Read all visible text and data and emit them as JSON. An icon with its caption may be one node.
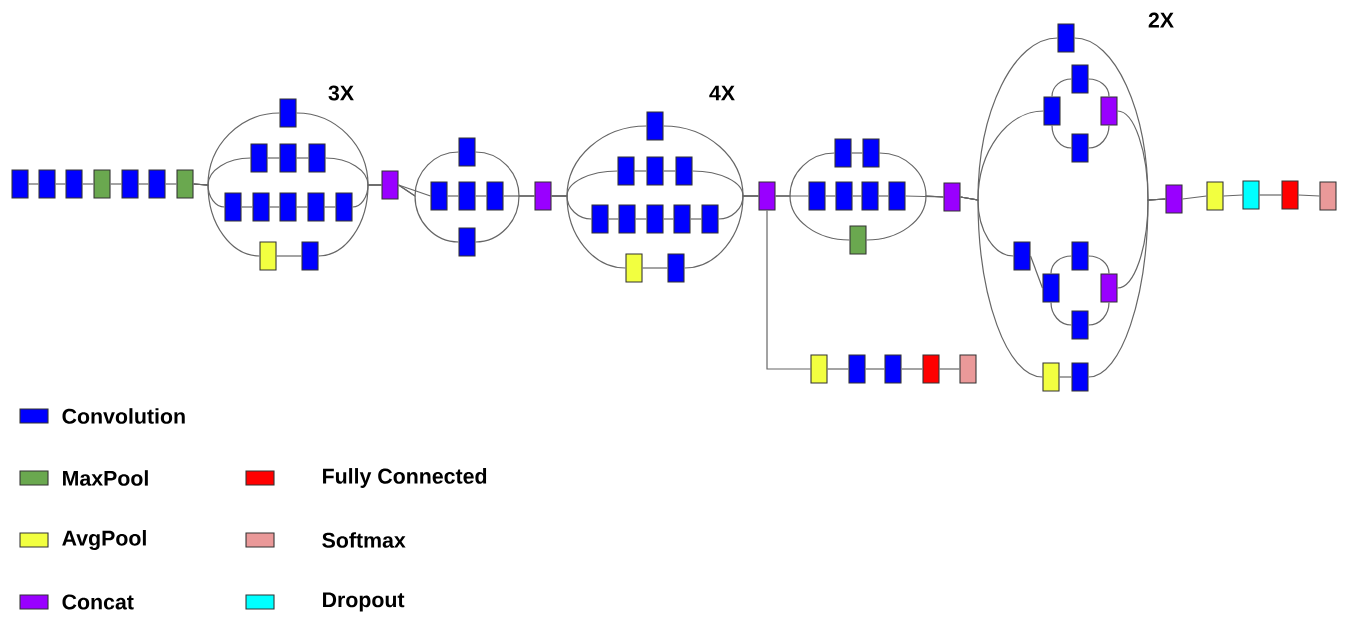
{
  "diagram": {
    "nodes": [
      {
        "text": [],
        "shape": "box"
      },
      {
        "text": [],
        "shape": "box"
      },
      {
        "text": [],
        "shape": "box"
      },
      {
        "text": [],
        "shape": "box"
      },
      {
        "text": [],
        "shape": "box"
      },
      {
        "text": [],
        "shape": "box"
      },
      {
        "text": [],
        "shape": "box"
      },
      {
        "text": [],
        "shape": "box"
      },
      {
        "text": [],
        "shape": "box"
      },
      {
        "text": [],
        "shape": "box"
      },
      {
        "text": [],
        "shape": "box"
      },
      {
        "text": [],
        "shape": "box"
      },
      {
        "text": [],
        "shape": "box"
      },
      {
        "text": [],
        "shape": "box"
      },
      {
        "text": [],
        "shape": "box"
      },
      {
        "text": [],
        "shape": "box"
      },
      {
        "text": [],
        "shape": "box"
      },
      {
        "text": [],
        "shape": "box"
      },
      {
        "text": [],
        "shape": "box"
      },
      {
        "text": [],
        "shape": "box"
      },
      {
        "text": [],
        "shape": "box"
      },
      {
        "text": [],
        "shape": "box"
      },
      {
        "text": [],
        "shape": "box"
      },
      {
        "text": [],
        "shape": "box"
      },
      {
        "text": [],
        "shape": "box"
      },
      {
        "text": [],
        "shape": "box"
      },
      {
        "text": [],
        "shape": "box"
      },
      {
        "text": [],
        "shape": "box"
      },
      {
        "text": [],
        "shape": "box"
      },
      {
        "text": [],
        "shape": "box"
      },
      {
        "text": [],
        "shape": "box"
      },
      {
        "text": [],
        "shape": "box"
      },
      {
        "text": [],
        "shape": "box"
      },
      {
        "text": [],
        "shape": "box"
      },
      {
        "text": [],
        "shape": "box"
      },
      {
        "text": [],
        "shape": "box"
      },
      {
        "text": [],
        "shape": "box"
      },
      {
        "text": [],
        "shape": "box"
      },
      {
        "text": [],
        "shape": "box"
      },
      {
        "text": [],
        "shape": "box"
      },
      {
        "text": [],
        "shape": "box"
      },
      {
        "text": [],
        "shape": "box"
      },
      {
        "text": [],
        "shape": "box"
      },
      {
        "text": [],
        "shape": "box"
      },
      {
        "text": [],
        "shape": "box"
      },
      {
        "text": [],
        "shape": "box"
      },
      {
        "text": [],
        "shape": "box"
      },
      {
        "text": [],
        "shape": "box"
      },
      {
        "text": [],
        "shape": "box"
      },
      {
        "text": [],
        "shape": "box"
      },
      {
        "text": [],
        "shape": "box"
      },
      {
        "text": [],
        "shape": "box"
      },
      {
        "text": [],
        "shape": "box"
      },
      {
        "text": [],
        "shape": "box"
      },
      {
        "text": [],
        "shape": "box"
      },
      {
        "text": [],
        "shape": "box"
      },
      {
        "text": [],
        "shape": "box"
      },
      {
        "text": [],
        "shape": "box"
      },
      {
        "text": [],
        "shape": "box"
      },
      {
        "text": [],
        "shape": "box"
      },
      {
        "text": [],
        "shape": "box"
      },
      {
        "text": [],
        "shape": "box"
      },
      {
        "text": [],
        "shape": "box"
      },
      {
        "text": [],
        "shape": "box"
      },
      {
        "text": [],
        "shape": "box"
      },
      {
        "text": [],
        "shape": "box"
      },
      {
        "text": [],
        "shape": "box"
      }
    ],
    "edges": [
      {
        "from": 0,
        "to": 1,
        "arrow": "none"
      },
      {
        "from": 1,
        "to": 2,
        "arrow": "none"
      },
      {
        "from": 2,
        "to": 3,
        "arrow": "none"
      },
      {
        "from": 3,
        "to": 4,
        "arrow": "none"
      },
      {
        "from": 4,
        "to": 5,
        "arrow": "none"
      },
      {
        "from": 5,
        "to": 6,
        "arrow": "none"
      },
      {
        "from": 6,
        "to": 7,
        "arrow": "none"
      },
      {
        "from": 6,
        "to": 8,
        "arrow": "none"
      },
      {
        "from": 6,
        "to": 11,
        "arrow": "none"
      },
      {
        "from": 6,
        "to": 16,
        "arrow": "none"
      },
      {
        "from": 8,
        "to": 9,
        "arrow": "none"
      },
      {
        "from": 9,
        "to": 10,
        "arrow": "none"
      },
      {
        "from": 11,
        "to": 12,
        "arrow": "none"
      },
      {
        "from": 12,
        "to": 13,
        "arrow": "none"
      },
      {
        "from": 13,
        "to": 14,
        "arrow": "none"
      },
      {
        "from": 14,
        "to": 15,
        "arrow": "none"
      },
      {
        "from": 16,
        "to": 17,
        "arrow": "none"
      },
      {
        "from": 7,
        "to": 18,
        "arrow": "none"
      },
      {
        "from": 10,
        "to": 18,
        "arrow": "none"
      },
      {
        "from": 15,
        "to": 18,
        "arrow": "none"
      },
      {
        "from": 17,
        "to": 18,
        "arrow": "none"
      },
      {
        "from": 18,
        "to": 19,
        "arrow": "none"
      },
      {
        "from": 18,
        "to": 20,
        "arrow": "none"
      },
      {
        "from": 18,
        "to": 23,
        "arrow": "none"
      },
      {
        "from": 20,
        "to": 21,
        "arrow": "none"
      },
      {
        "from": 21,
        "to": 22,
        "arrow": "none"
      },
      {
        "from": 19,
        "to": 24,
        "arrow": "none"
      },
      {
        "from": 22,
        "to": 24,
        "arrow": "none"
      },
      {
        "from": 23,
        "to": 24,
        "arrow": "none"
      },
      {
        "from": 24,
        "to": 25,
        "arrow": "none"
      },
      {
        "from": 24,
        "to": 26,
        "arrow": "none"
      },
      {
        "from": 24,
        "to": 29,
        "arrow": "none"
      },
      {
        "from": 24,
        "to": 34,
        "arrow": "none"
      },
      {
        "from": 26,
        "to": 27,
        "arrow": "none"
      },
      {
        "from": 27,
        "to": 28,
        "arrow": "none"
      },
      {
        "from": 29,
        "to": 30,
        "arrow": "none"
      },
      {
        "from": 30,
        "to": 31,
        "arrow": "none"
      },
      {
        "from": 31,
        "to": 32,
        "arrow": "none"
      },
      {
        "from": 32,
        "to": 33,
        "arrow": "none"
      },
      {
        "from": 34,
        "to": 35,
        "arrow": "none"
      },
      {
        "from": 25,
        "to": 36,
        "arrow": "none"
      },
      {
        "from": 28,
        "to": 36,
        "arrow": "none"
      },
      {
        "from": 33,
        "to": 36,
        "arrow": "none"
      },
      {
        "from": 35,
        "to": 36,
        "arrow": "none"
      },
      {
        "from": 36,
        "to": 37,
        "arrow": "none"
      },
      {
        "from": 37,
        "to": 38,
        "arrow": "none"
      },
      {
        "from": 38,
        "to": 39,
        "arrow": "none"
      },
      {
        "from": 39,
        "to": 40,
        "arrow": "none"
      },
      {
        "from": 40,
        "to": 41,
        "arrow": "none"
      },
      {
        "from": 36,
        "to": 42,
        "arrow": "none"
      },
      {
        "from": 36,
        "to": 44,
        "arrow": "none"
      },
      {
        "from": 36,
        "to": 48,
        "arrow": "none"
      },
      {
        "from": 42,
        "to": 43,
        "arrow": "none"
      },
      {
        "from": 44,
        "to": 45,
        "arrow": "none"
      },
      {
        "from": 45,
        "to": 46,
        "arrow": "none"
      },
      {
        "from": 46,
        "to": 47,
        "arrow": "none"
      },
      {
        "from": 43,
        "to": 49,
        "arrow": "none"
      },
      {
        "from": 47,
        "to": 49,
        "arrow": "none"
      },
      {
        "from": 48,
        "to": 49,
        "arrow": "none"
      },
      {
        "from": 49,
        "to": 50,
        "arrow": "none"
      },
      {
        "from": 49,
        "to": 51,
        "arrow": "none"
      },
      {
        "from": 49,
        "to": 55,
        "arrow": "none"
      },
      {
        "from": 49,
        "to": 60,
        "arrow": "none"
      },
      {
        "from": 51,
        "to": 52,
        "arrow": "none"
      },
      {
        "from": 51,
        "to": 53,
        "arrow": "none"
      },
      {
        "from": 52,
        "to": 54,
        "arrow": "none"
      },
      {
        "from": 53,
        "to": 54,
        "arrow": "none"
      },
      {
        "from": 55,
        "to": 56,
        "arrow": "none"
      },
      {
        "from": 56,
        "to": 57,
        "arrow": "none"
      },
      {
        "from": 56,
        "to": 58,
        "arrow": "none"
      },
      {
        "from": 57,
        "to": 59,
        "arrow": "none"
      },
      {
        "from": 58,
        "to": 59,
        "arrow": "none"
      },
      {
        "from": 60,
        "to": 61,
        "arrow": "none"
      },
      {
        "from": 50,
        "to": 62,
        "arrow": "none"
      },
      {
        "from": 54,
        "to": 62,
        "arrow": "none"
      },
      {
        "from": 59,
        "to": 62,
        "arrow": "none"
      },
      {
        "from": 61,
        "to": 62,
        "arrow": "none"
      },
      {
        "from": 62,
        "to": 63,
        "arrow": "none"
      },
      {
        "from": 63,
        "to": 64,
        "arrow": "none"
      },
      {
        "from": 64,
        "to": 65,
        "arrow": "none"
      },
      {
        "from": 65,
        "to": 66,
        "arrow": "none"
      }
    ],
    "labels": [
      "2X",
      "3X",
      "4X"
    ],
    "legend": [
      {
        "text": "Convolution",
        "color": "#0000ff"
      },
      {
        "text": "MaxPool",
        "color": "#6aa84f"
      },
      {
        "text": "Fully Connected",
        "color": "#ff0000"
      },
      {
        "text": "AvgPool",
        "color": "#f2ff40"
      },
      {
        "text": "Softmax",
        "color": "#ea9999"
      },
      {
        "text": "Concat",
        "color": "#9900ff"
      },
      {
        "text": "Dropout",
        "color": "#00ffff"
      }
    ]
  }
}
